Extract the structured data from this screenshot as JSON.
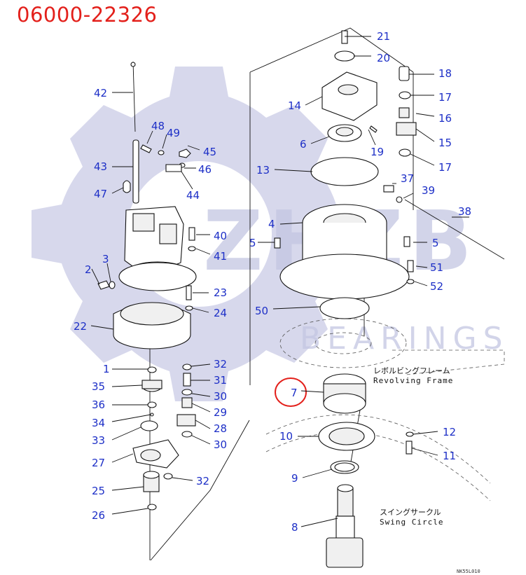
{
  "title": "06000-22326",
  "watermark": {
    "brand": "ZHZB",
    "sub": "BEARINGS"
  },
  "labels": {
    "revolving_frame_jp": "レボルビングフレーム",
    "revolving_frame_en": "Revolving Frame",
    "swing_circle_jp": "スイングサークル",
    "swing_circle_en": "Swing Circle",
    "drawing_ref": "NK55L010"
  },
  "callouts": [
    "1",
    "2",
    "3",
    "4",
    "5",
    "5",
    "6",
    "7",
    "8",
    "9",
    "10",
    "11",
    "12",
    "13",
    "14",
    "15",
    "16",
    "17",
    "17",
    "18",
    "19",
    "20",
    "21",
    "22",
    "23",
    "24",
    "25",
    "26",
    "27",
    "28",
    "29",
    "30",
    "30",
    "31",
    "32",
    "32",
    "33",
    "34",
    "35",
    "36",
    "37",
    "38",
    "39",
    "40",
    "41",
    "42",
    "43",
    "44",
    "45",
    "46",
    "47",
    "48",
    "49",
    "50",
    "51",
    "52"
  ],
  "highlight": {
    "part": "7",
    "color": "#e3201b"
  },
  "colors": {
    "title": "#e3201b",
    "callout": "#1d2fc7",
    "watermark": "#c3c6e2"
  }
}
